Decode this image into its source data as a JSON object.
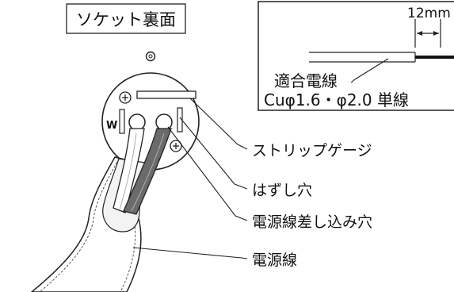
{
  "title_box": {
    "text": "ソケット裏面"
  },
  "inset": {
    "dimension": "12mm",
    "wire_label": "適合電線",
    "spec": "Cuφ1.6・φ2.0 単線"
  },
  "socket": {
    "w_mark": "W"
  },
  "callouts": {
    "strip_gauge": "ストリップゲージ",
    "release_hole": "はずし穴",
    "insertion_hole": "電源線差し込み穴",
    "power_cable": "電源線"
  }
}
